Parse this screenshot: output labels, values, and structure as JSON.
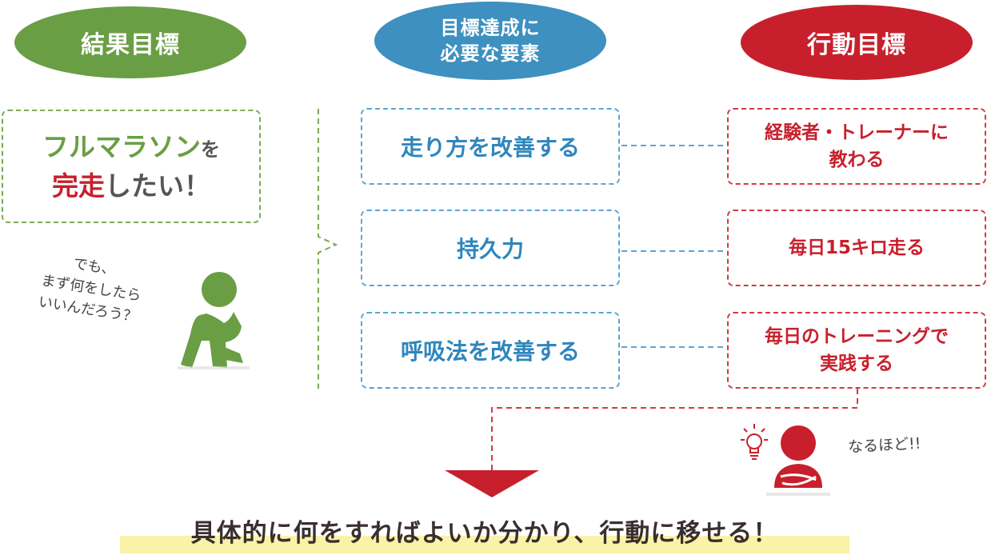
{
  "headers": {
    "result": "結果目標",
    "elements_line1": "目標達成に",
    "elements_line2": "必要な要素",
    "action": "行動目標"
  },
  "goal": {
    "part1": "フルマラソン",
    "part2": "を",
    "part3": "完走",
    "part4": "したい！"
  },
  "thought": {
    "line1": "でも、",
    "line2": "まず何をしたら",
    "line3": "いいんだろう？"
  },
  "elements": [
    "走り方を改善する",
    "持久力",
    "呼吸法を改善する"
  ],
  "actions": [
    {
      "line1": "経験者・トレーナーに",
      "line2": "教わる"
    },
    {
      "line1": "毎日15キロ走る",
      "line2": ""
    },
    {
      "line1": "毎日のトレーニングで",
      "line2": "実践する"
    }
  ],
  "aha": "なるほど!!",
  "conclusion": "具体的に何をすればよいか分かり、行動に移せる！",
  "colors": {
    "green": "#6a9e45",
    "blue": "#3d90c0",
    "red": "#c7202c",
    "highlight": "#faf2a8"
  },
  "icons": [
    "thinking-person-icon",
    "lightbulb-icon",
    "understanding-person-icon",
    "down-arrow-icon"
  ]
}
